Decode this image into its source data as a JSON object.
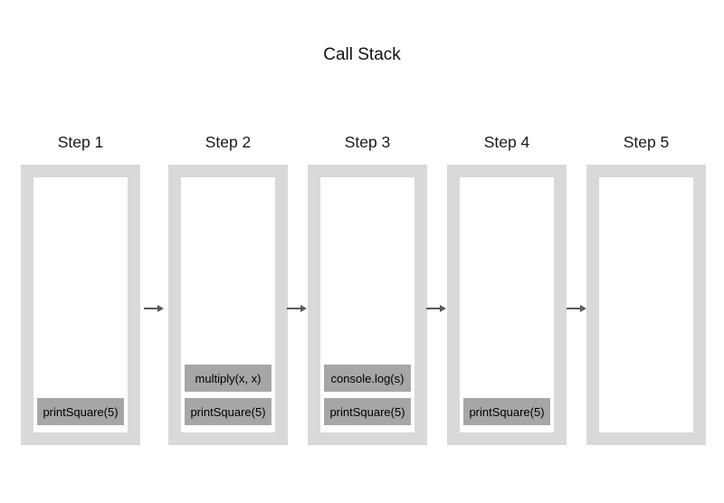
{
  "title": "Call Stack",
  "colors": {
    "stack_border": "#d9d9d9",
    "stack_fill": "#ffffff",
    "frame_fill": "#a6a6a6",
    "arrow": "#595959",
    "text": "#000000"
  },
  "steps": [
    {
      "label": "Step 1",
      "frames": [
        "printSquare(5)"
      ]
    },
    {
      "label": "Step 2",
      "frames": [
        "multiply(x, x)",
        "printSquare(5)"
      ]
    },
    {
      "label": "Step 3",
      "frames": [
        "console.log(s)",
        "printSquare(5)"
      ]
    },
    {
      "label": "Step 4",
      "frames": [
        "printSquare(5)"
      ]
    },
    {
      "label": "Step 5",
      "frames": []
    }
  ],
  "arrows": {
    "icon": "right-arrow-icon",
    "count": 4
  }
}
